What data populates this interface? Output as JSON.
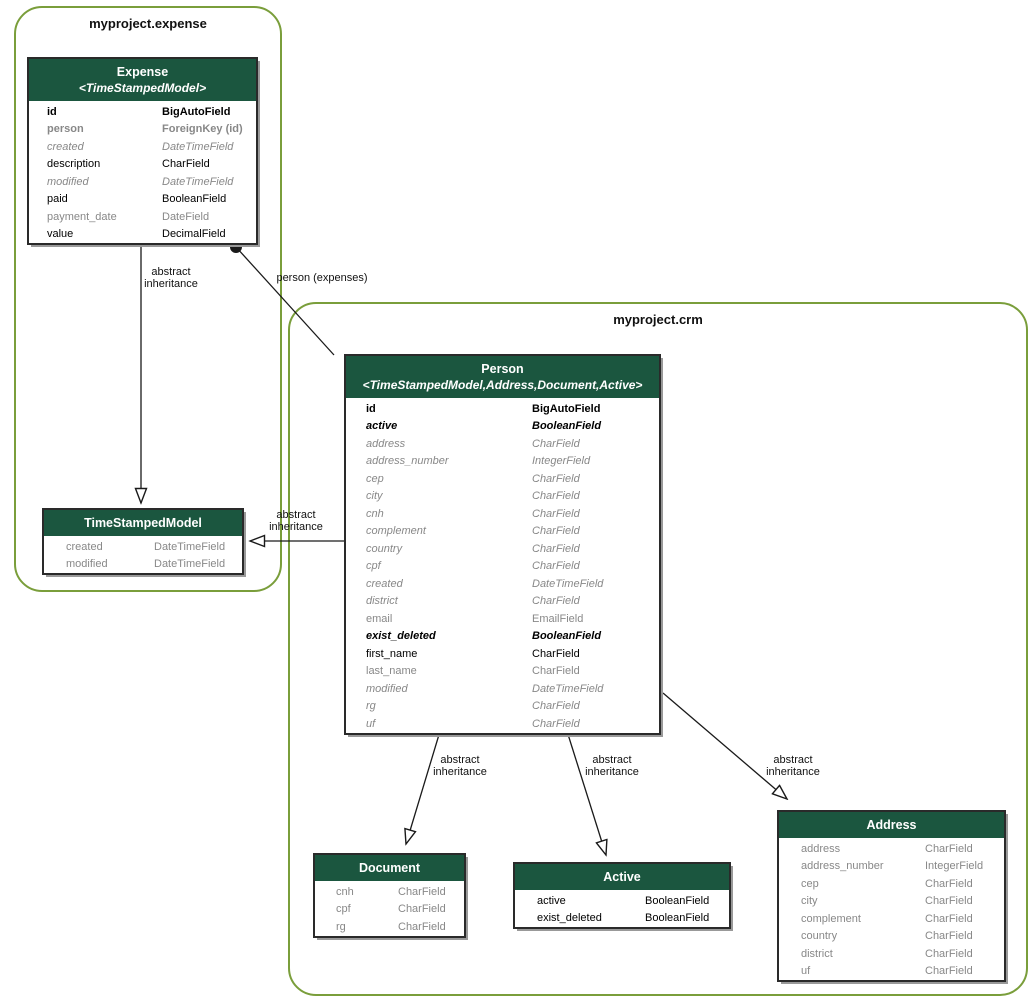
{
  "packages": {
    "expense": {
      "label": "myproject.expense"
    },
    "crm": {
      "label": "myproject.crm"
    }
  },
  "tables": {
    "expense": {
      "title": "Expense",
      "stereotype": "<TimeStampedModel>",
      "rows": [
        {
          "name": "id",
          "type": "BigAutoField",
          "style": "bold"
        },
        {
          "name": "person",
          "type": "ForeignKey (id)",
          "style": "fk"
        },
        {
          "name": "created",
          "type": "DateTimeField",
          "style": "gray-italic"
        },
        {
          "name": "description",
          "type": "CharField",
          "style": "normal"
        },
        {
          "name": "modified",
          "type": "DateTimeField",
          "style": "gray-italic"
        },
        {
          "name": "paid",
          "type": "BooleanField",
          "style": "normal"
        },
        {
          "name": "payment_date",
          "type": "DateField",
          "style": "gray"
        },
        {
          "name": "value",
          "type": "DecimalField",
          "style": "normal"
        }
      ]
    },
    "timestampedmodel": {
      "title": "TimeStampedModel",
      "stereotype": "",
      "rows": [
        {
          "name": "created",
          "type": "DateTimeField",
          "style": "gray"
        },
        {
          "name": "modified",
          "type": "DateTimeField",
          "style": "gray"
        }
      ]
    },
    "person": {
      "title": "Person",
      "stereotype": "<TimeStampedModel,Address,Document,Active>",
      "rows": [
        {
          "name": "id",
          "type": "BigAutoField",
          "style": "bold"
        },
        {
          "name": "active",
          "type": "BooleanField",
          "style": "bold-italic"
        },
        {
          "name": "address",
          "type": "CharField",
          "style": "gray-italic"
        },
        {
          "name": "address_number",
          "type": "IntegerField",
          "style": "gray-italic"
        },
        {
          "name": "cep",
          "type": "CharField",
          "style": "gray-italic"
        },
        {
          "name": "city",
          "type": "CharField",
          "style": "gray-italic"
        },
        {
          "name": "cnh",
          "type": "CharField",
          "style": "gray-italic"
        },
        {
          "name": "complement",
          "type": "CharField",
          "style": "gray-italic"
        },
        {
          "name": "country",
          "type": "CharField",
          "style": "gray-italic"
        },
        {
          "name": "cpf",
          "type": "CharField",
          "style": "gray-italic"
        },
        {
          "name": "created",
          "type": "DateTimeField",
          "style": "gray-italic"
        },
        {
          "name": "district",
          "type": "CharField",
          "style": "gray-italic"
        },
        {
          "name": "email",
          "type": "EmailField",
          "style": "gray"
        },
        {
          "name": "exist_deleted",
          "type": "BooleanField",
          "style": "bold-italic"
        },
        {
          "name": "first_name",
          "type": "CharField",
          "style": "normal"
        },
        {
          "name": "last_name",
          "type": "CharField",
          "style": "gray"
        },
        {
          "name": "modified",
          "type": "DateTimeField",
          "style": "gray-italic"
        },
        {
          "name": "rg",
          "type": "CharField",
          "style": "gray-italic"
        },
        {
          "name": "uf",
          "type": "CharField",
          "style": "gray-italic"
        }
      ]
    },
    "document": {
      "title": "Document",
      "stereotype": "",
      "rows": [
        {
          "name": "cnh",
          "type": "CharField",
          "style": "gray"
        },
        {
          "name": "cpf",
          "type": "CharField",
          "style": "gray"
        },
        {
          "name": "rg",
          "type": "CharField",
          "style": "gray"
        }
      ]
    },
    "active": {
      "title": "Active",
      "stereotype": "",
      "rows": [
        {
          "name": "active",
          "type": "BooleanField",
          "style": "normal"
        },
        {
          "name": "exist_deleted",
          "type": "BooleanField",
          "style": "normal"
        }
      ]
    },
    "address": {
      "title": "Address",
      "stereotype": "",
      "rows": [
        {
          "name": "address",
          "type": "CharField",
          "style": "gray"
        },
        {
          "name": "address_number",
          "type": "IntegerField",
          "style": "gray"
        },
        {
          "name": "cep",
          "type": "CharField",
          "style": "gray"
        },
        {
          "name": "city",
          "type": "CharField",
          "style": "gray"
        },
        {
          "name": "complement",
          "type": "CharField",
          "style": "gray"
        },
        {
          "name": "country",
          "type": "CharField",
          "style": "gray"
        },
        {
          "name": "district",
          "type": "CharField",
          "style": "gray"
        },
        {
          "name": "uf",
          "type": "CharField",
          "style": "gray"
        }
      ]
    }
  },
  "edges": {
    "expense_to_timestamped": {
      "label": "abstract\ninheritance"
    },
    "person_to_timestamped": {
      "label": "abstract\ninheritance"
    },
    "expense_person_fk": {
      "label": "person (expenses)"
    },
    "person_to_document": {
      "label": "abstract\ninheritance"
    },
    "person_to_active": {
      "label": "abstract\ninheritance"
    },
    "person_to_address": {
      "label": "abstract\ninheritance"
    }
  },
  "colors": {
    "header_bg": "#1b563f",
    "header_text": "#ffffff",
    "package_border": "#7a9e3b",
    "muted_text": "#888888",
    "edge_line": "#1a1a1a"
  }
}
